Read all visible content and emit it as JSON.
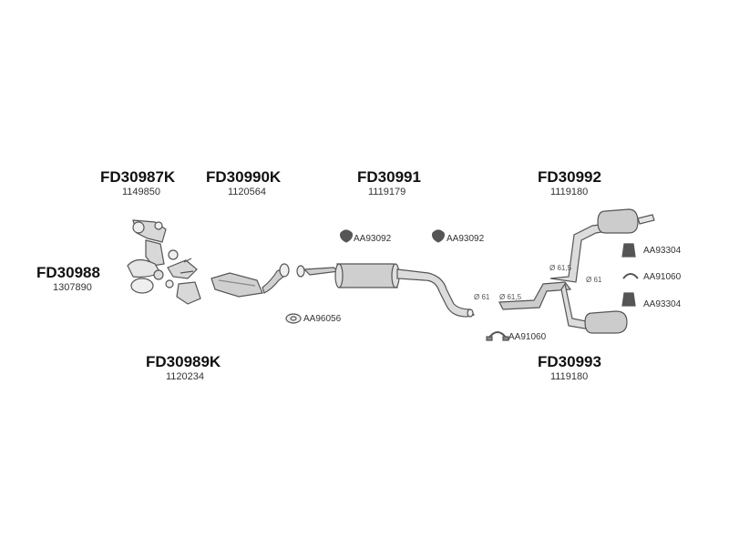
{
  "parts": {
    "fd30987k": {
      "code": "FD30987K",
      "number": "1149850"
    },
    "fd30990k": {
      "code": "FD30990K",
      "number": "1120564"
    },
    "fd30991": {
      "code": "FD30991",
      "number": "1119179"
    },
    "fd30992": {
      "code": "FD30992",
      "number": "1119180"
    },
    "fd30988": {
      "code": "FD30988",
      "number": "1307890"
    },
    "fd30989k": {
      "code": "FD30989K",
      "number": "1120234"
    },
    "fd30993": {
      "code": "FD30993",
      "number": "1119180"
    }
  },
  "accessories": {
    "aa93092_a": "AA93092",
    "aa93092_b": "AA93092",
    "aa96056": "AA96056",
    "aa91060_bottom": "AA91060",
    "aa93304_top": "AA93304",
    "aa91060_right": "AA91060",
    "aa93304_bottom": "AA93304"
  },
  "dimensions": {
    "d61_a": "Ø 61",
    "d615_a": "Ø 61,5",
    "d615_b": "Ø 61,5",
    "d61_b": "Ø 61"
  }
}
